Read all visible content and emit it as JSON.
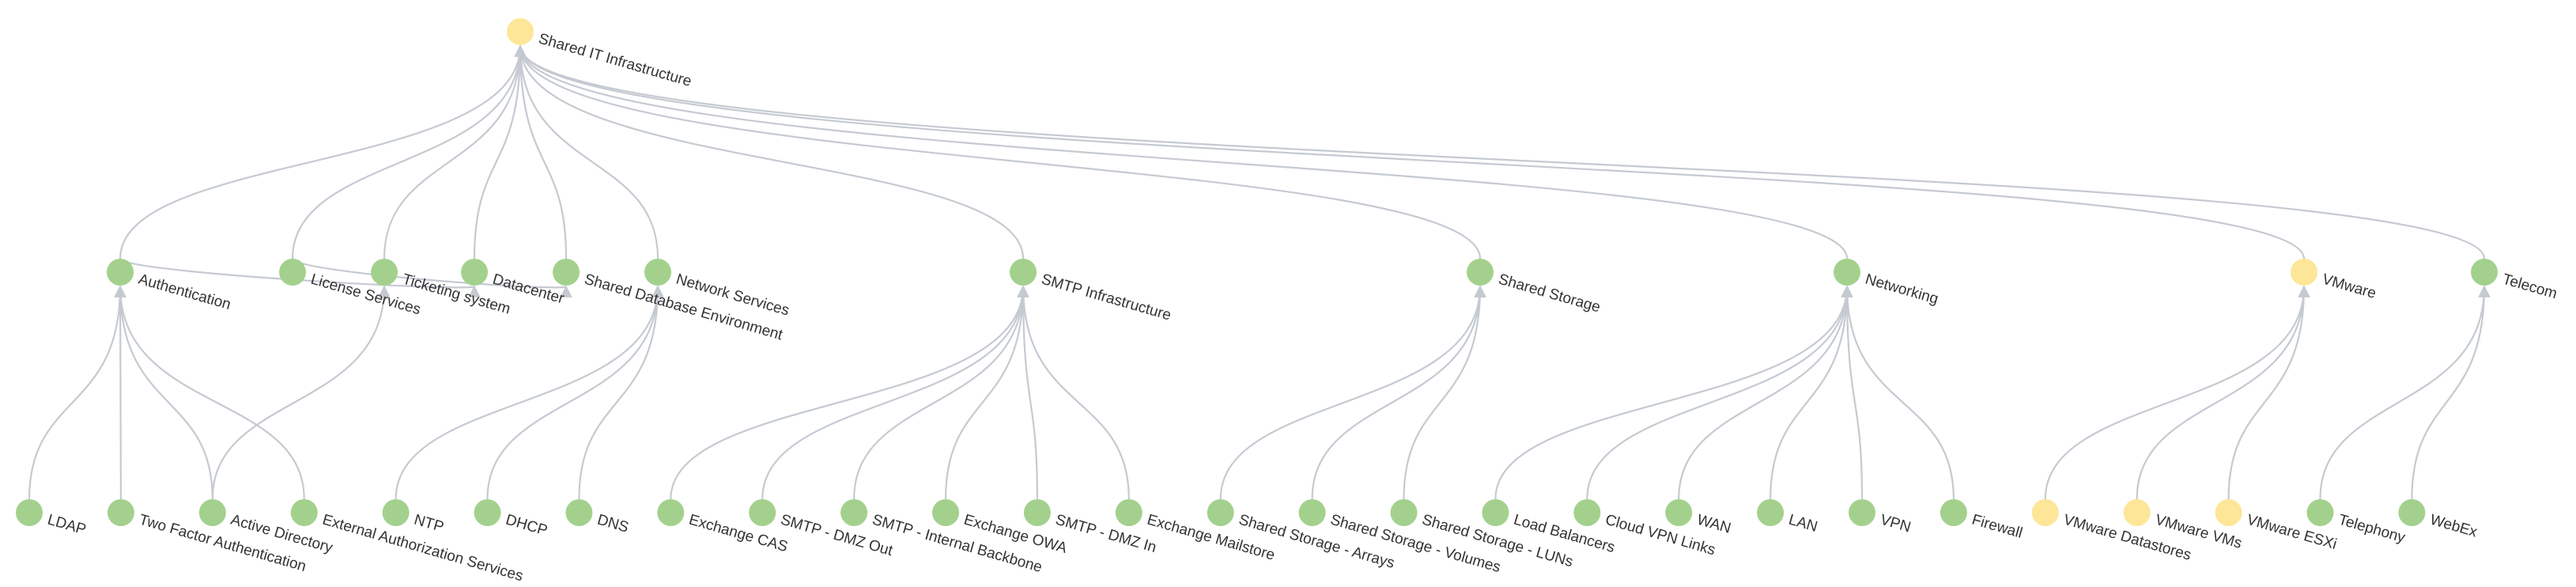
{
  "colors": {
    "ok": "#a3d18d",
    "warning": "#fde698",
    "edge": "#c5cad2",
    "arrow": "#c5cad2",
    "label": "#333333"
  },
  "tree": {
    "label": "Shared IT Infrastructure",
    "status": "warning",
    "children": [
      {
        "label": "Authentication",
        "status": "ok",
        "children": [
          {
            "label": "LDAP",
            "status": "ok"
          },
          {
            "label": "Two Factor Authentication",
            "status": "ok"
          },
          {
            "label": "Active Directory",
            "status": "ok"
          },
          {
            "label": "External Authorization Services",
            "status": "ok"
          }
        ]
      },
      {
        "label": "License Services",
        "status": "ok"
      },
      {
        "label": "Ticketing system",
        "status": "ok"
      },
      {
        "label": "Datacenter",
        "status": "ok"
      },
      {
        "label": "Shared Database Environment",
        "status": "ok"
      },
      {
        "label": "Network Services",
        "status": "ok",
        "children": [
          {
            "label": "NTP",
            "status": "ok"
          },
          {
            "label": "DHCP",
            "status": "ok"
          },
          {
            "label": "DNS",
            "status": "ok"
          }
        ]
      },
      {
        "label": "SMTP Infrastructure",
        "status": "ok",
        "children": [
          {
            "label": "Exchange CAS",
            "status": "ok"
          },
          {
            "label": "SMTP - DMZ Out",
            "status": "ok"
          },
          {
            "label": "SMTP - Internal Backbone",
            "status": "ok"
          },
          {
            "label": "Exchange OWA",
            "status": "ok"
          },
          {
            "label": "SMTP - DMZ In",
            "status": "ok"
          },
          {
            "label": "Exchange Mailstore",
            "status": "ok"
          }
        ]
      },
      {
        "label": "Shared Storage",
        "status": "ok",
        "children": [
          {
            "label": "Shared Storage - Arrays",
            "status": "ok"
          },
          {
            "label": "Shared Storage - Volumes",
            "status": "ok"
          },
          {
            "label": "Shared Storage - LUNs",
            "status": "ok"
          }
        ]
      },
      {
        "label": "Networking",
        "status": "ok",
        "children": [
          {
            "label": "Load Balancers",
            "status": "ok"
          },
          {
            "label": "Cloud VPN Links",
            "status": "ok"
          },
          {
            "label": "WAN",
            "status": "ok"
          },
          {
            "label": "LAN",
            "status": "ok"
          },
          {
            "label": "VPN",
            "status": "ok"
          },
          {
            "label": "Firewall",
            "status": "ok"
          }
        ]
      },
      {
        "label": "VMware",
        "status": "warning",
        "children": [
          {
            "label": "VMware Datastores",
            "status": "warning"
          },
          {
            "label": "VMware VMs",
            "status": "warning"
          },
          {
            "label": "VMware ESXi",
            "status": "warning"
          }
        ]
      },
      {
        "label": "Telecom",
        "status": "ok",
        "children": [
          {
            "label": "Telephony",
            "status": "ok"
          },
          {
            "label": "WebEx",
            "status": "ok"
          }
        ]
      }
    ]
  },
  "extra_links": [
    {
      "from": "Active Directory",
      "to": "Ticketing system"
    },
    {
      "from": "Authentication",
      "to": "Datacenter"
    },
    {
      "from": "License Services",
      "to": "Shared Database Environment"
    }
  ]
}
